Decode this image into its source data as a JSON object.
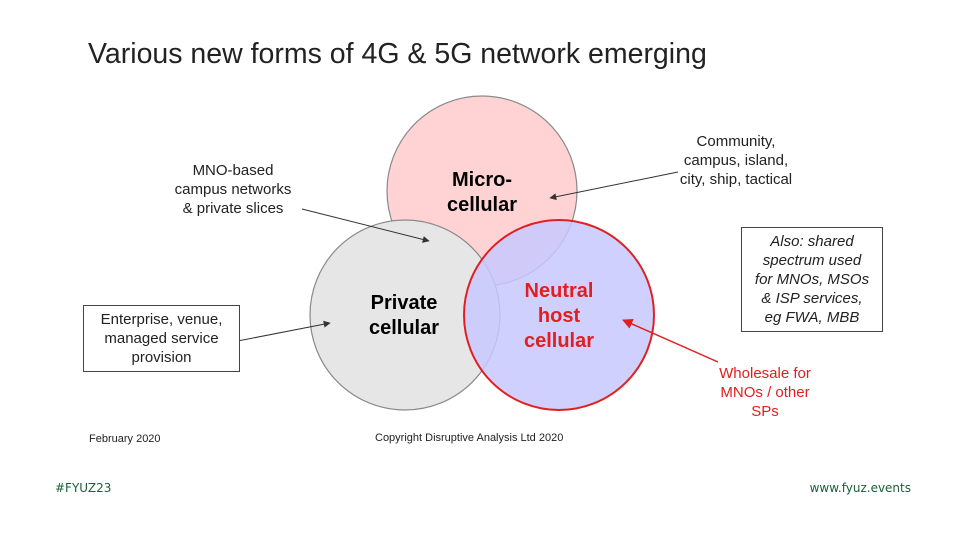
{
  "title": "Various new forms of 4G & 5G network emerging",
  "circles": {
    "micro": {
      "lines": [
        "Micro-",
        "cellular"
      ],
      "fill": "#ffd3d3",
      "stroke": "#8a8a8a",
      "text_color": "#111111"
    },
    "private": {
      "lines": [
        "Private",
        "cellular"
      ],
      "fill": "#e6e6e6",
      "stroke": "#8a8a8a",
      "text_color": "#111111"
    },
    "neutral": {
      "lines": [
        "Neutral",
        "host",
        "cellular"
      ],
      "fill": "rgba(200,200,255,0.85)",
      "stroke": "#e02020",
      "text_color": "#e02020"
    }
  },
  "callouts": {
    "mno_based": [
      "MNO-based",
      "campus networks",
      "& private slices"
    ],
    "community": [
      "Community,",
      "campus, island,",
      "city, ship, tactical"
    ],
    "enterprise": [
      "Enterprise, venue,",
      "managed service",
      "provision"
    ],
    "also_shared": [
      "Also: shared",
      "spectrum used",
      "for MNOs, MSOs",
      "& ISP services,",
      "eg FWA, MBB"
    ],
    "wholesale": [
      "Wholesale for",
      "MNOs / other",
      "SPs"
    ]
  },
  "date_note": "February 2020",
  "copyright": "Copyright Disruptive Analysis Ltd 2020",
  "footer": {
    "hashtag": "#FYUZ23",
    "website": "www.fyuz.events"
  },
  "colors": {
    "accent_red": "#e02020",
    "footer_green": "#1b5e3b",
    "arrow": "#333333"
  }
}
